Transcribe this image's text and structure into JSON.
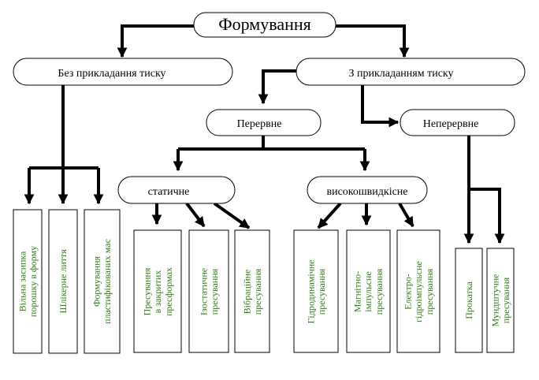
{
  "colors": {
    "line": "#000000",
    "box_border": "#000000",
    "box_fill": "#ffffff",
    "leaf_text": "#2e7d12"
  },
  "root": {
    "label": "Формування"
  },
  "branches": {
    "without_pressure": {
      "label": "Без прикладання тиску"
    },
    "with_pressure": {
      "label": "З прикладанням тиску"
    },
    "intermittent": {
      "label": "Перервне"
    },
    "continuous": {
      "label": "Неперервне"
    },
    "static": {
      "label": "статичне"
    },
    "high_speed": {
      "label": "високошвидкісне"
    }
  },
  "leaves": {
    "powder_fill": [
      "Вільна засипка",
      "порошку в форму"
    ],
    "slip_casting": [
      "Шлікерне лиття"
    ],
    "plastic_forming": [
      "Формування",
      "пластифікованих мас"
    ],
    "closed_die": [
      "Пресування",
      "в закритих",
      "пресформах"
    ],
    "isostatic": [
      "Ізостатичне",
      "пресування"
    ],
    "vibration": [
      "Вібраційне",
      "пресування"
    ],
    "hydrodynamic": [
      "Гідродинамічне",
      "пресування"
    ],
    "magnetic_pulse": [
      "Магнітно-",
      "імпульсне",
      "пресування"
    ],
    "electrohydro": [
      "Електро-",
      "гідроімпульсне",
      "пресування"
    ],
    "rolling": [
      "Прокатка"
    ],
    "mouthpiece": [
      "Мундштучне",
      "пресування"
    ]
  }
}
